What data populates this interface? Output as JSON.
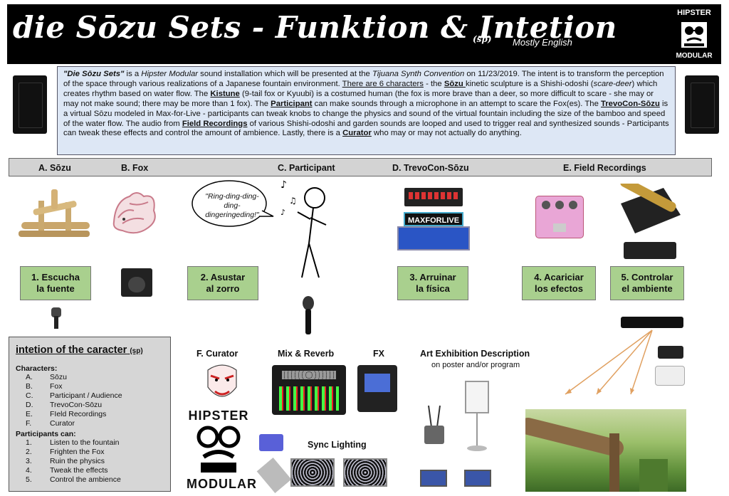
{
  "header": {
    "title": "die Sōzu Sets - Funktion & Intetion",
    "title_note": "(sp)",
    "subtitle": "Mostly English",
    "logo_line1": "HIPSTER",
    "logo_line2": "MODULAR"
  },
  "intro": {
    "p1": "\"Die Sōzu Sets\"",
    "p2": " is a ",
    "p3": "Hipster Modular",
    "p4": " sound installation which will be presented at the ",
    "p5": "Tijuana Synth Convention",
    "p6": " on 11/23/2019. The intent is to transform the perception of the space through various realizations of a Japanese fountain environment. ",
    "p7": "There are 6 characters",
    "p8": " - the ",
    "p9": "Sōzu ",
    "p10": "kinetic sculpture is a Shishi-odoshi (",
    "p11": "scare-deer",
    "p12": ") which creates rhythm based on water flow. The ",
    "p13": "Kistune",
    "p14": " (9-tail fox or Kyuubi)  is a costumed human (the fox is more brave than a deer, so more difficult to scare - she may or may not make sound; there may be more than 1 fox). The ",
    "p15": "Participant",
    "p16": " can make sounds through a microphone in an attempt to scare the Fox(es). The ",
    "p17": "TrevoCon-Sōzu",
    "p18": " is a virtual Sōzu modeled in Max-for-Live - participants can tweak knobs to change the physics and sound of the virtual fountain including the size of the bamboo and speed of the water flow. The audio from  ",
    "p19": "Field Recordings",
    "p20": " of various Shishi-odoshi and garden sounds are looped and used to trigger real and synthesized sounds  - Participants can tweak these effects and control the amount of ambience. Lastly, there is a ",
    "p21": "Curator",
    "p22": " who may or may not actually do anything."
  },
  "sections": {
    "a": "A. Sōzu",
    "b": "B. Fox",
    "c": "C. Participant",
    "d": "D. TrevoCon-Sōzu",
    "e": "E. Field Recordings"
  },
  "speech": "\"Ring-ding-ding-ding-dingeringeding!\"",
  "maxforlive": "MAXFORLIVE",
  "actions": {
    "a1_l1": "1. Escucha",
    "a1_l2": "la fuente",
    "a2_l1": "2. Asustar",
    "a2_l2": "al zorro",
    "a3_l1": "3. Arruinar",
    "a3_l2": "la física",
    "a4_l1": "4. Acariciar",
    "a4_l2": "los efectos",
    "a5_l1": "5. Controlar",
    "a5_l2": "el ambiente"
  },
  "legend": {
    "title": "intetion of the caracter",
    "title_note": "(sp)",
    "characters_heading": "Characters:",
    "characters": [
      {
        "k": "A.",
        "v": "Sōzu"
      },
      {
        "k": "B.",
        "v": "Fox"
      },
      {
        "k": "C.",
        "v": "Participant / Audience"
      },
      {
        "k": "D.",
        "v": "TrevoCon-Sōzu"
      },
      {
        "k": "E.",
        "v": "FIeld Recordings"
      },
      {
        "k": "F.",
        "v": "Curator"
      }
    ],
    "participants_heading": "Participants can:",
    "participants": [
      {
        "k": "1.",
        "v": "Listen to the fountain"
      },
      {
        "k": "2.",
        "v": "Frighten the Fox"
      },
      {
        "k": "3.",
        "v": "Ruin the physics"
      },
      {
        "k": "4.",
        "v": "Tweak the effects"
      },
      {
        "k": "5.",
        "v": "Control the ambience"
      }
    ]
  },
  "bottom": {
    "curator": "F. Curator",
    "mix": "Mix & Reverb",
    "fx": "FX",
    "art_title": "Art Exhibition Description",
    "art_sub": "on poster and/or program",
    "sync": "Sync Lighting",
    "logo_line1": "HIPSTER",
    "logo_line2": "MODULAR"
  },
  "colors": {
    "header_bg": "#000000",
    "intro_bg": "#dde7f5",
    "section_bar": "#d3d3d3",
    "action_green": "#a9d08e",
    "legend_bg": "#d6d6d6",
    "arrow": "#e0a060"
  }
}
